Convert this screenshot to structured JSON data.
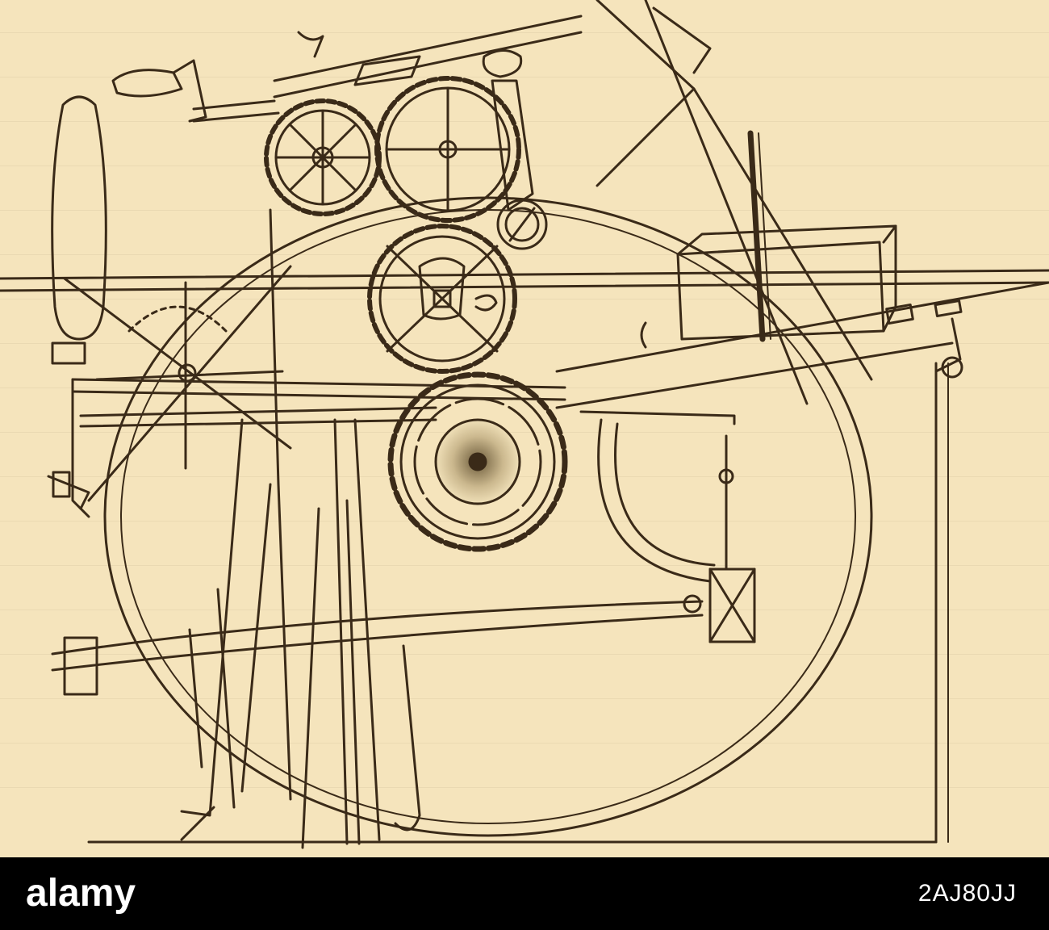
{
  "figure": {
    "subject": "machine-engraving",
    "ink_color": "#3a2a18",
    "paper_color": "#f5e4bc"
  },
  "watermark": {
    "brand": "alamy",
    "image_id": "2AJ80JJ",
    "background": "#000000",
    "text_color": "#ffffff"
  }
}
